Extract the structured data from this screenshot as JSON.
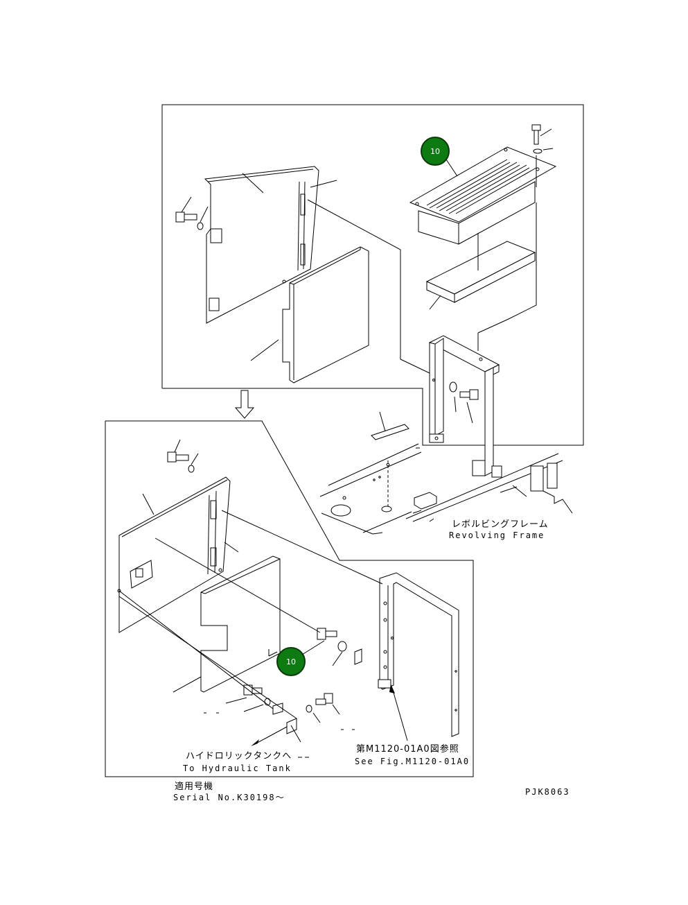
{
  "callouts": [
    {
      "id": "badge-top",
      "text": "10"
    },
    {
      "id": "badge-bottom",
      "text": "10"
    }
  ],
  "labels": {
    "revolving_frame_jp": "レボルビングフレーム",
    "revolving_frame_en": "Revolving Frame",
    "hydraulic_tank_jp": "ハイドロリックタンクへ",
    "hydraulic_tank_en": "To Hydraulic Tank",
    "see_fig_jp": "第M1120-01A0図参照",
    "see_fig_en": "See Fig.M1120-01A0",
    "serial_jp": "適用号機",
    "serial_en": "Serial No.K30198～",
    "drawing_no": "PJK8063"
  },
  "colors": {
    "badge_fill": "#0e7a12",
    "badge_text": "#ffffff",
    "line": "#000000"
  }
}
